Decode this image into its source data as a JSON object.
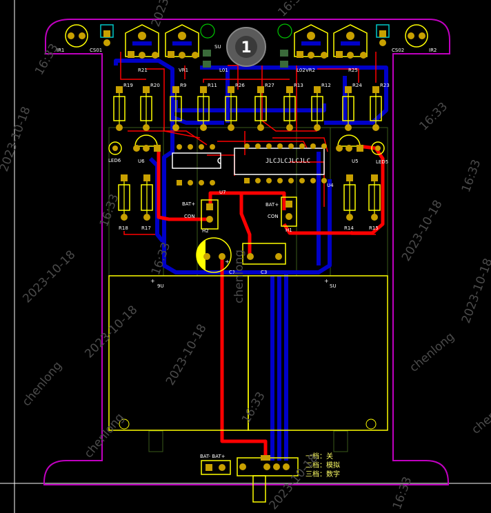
{
  "board": {
    "colors": {
      "background": "#000000",
      "outline": "#c000c0",
      "silkscreen": "#ffff00",
      "top_copper": "#ff0000",
      "bottom_copper": "#0000c8",
      "pad": "#c8a000",
      "keepout": "#3a5a1a"
    },
    "mount_hole_label": "1",
    "jlc_text": "JLCJLCJLCJLC",
    "switch_legend": [
      "一档：关",
      "二档：模拟",
      "三档：数字"
    ]
  },
  "designators": {
    "ir1": "IR1",
    "ir2": "IR2",
    "cs01": "CS01",
    "cs02": "CS02",
    "r21": "R21",
    "vr1": "VR1",
    "vr2": "VR2",
    "r25": "R25",
    "su_top": "SU",
    "l01": "L01",
    "l02": "L02",
    "r19": "R19",
    "r20": "R20",
    "r9": "R9",
    "r11": "R11",
    "r26": "R26",
    "r27": "R27",
    "r13": "R13",
    "r12": "R12",
    "r24": "R24",
    "r23": "R23",
    "led6": "LED6",
    "u6": "U6",
    "u5": "U5",
    "led5": "LED5",
    "u7": "U7",
    "u4": "U4",
    "r18": "R18",
    "r17": "R17",
    "r14": "R14",
    "r15": "R15",
    "bat_plus_1": "BAT+",
    "con_1": "CON",
    "h2": "H2",
    "bat_plus_2": "BAT+",
    "con_2": "CON",
    "h1": "H1",
    "c1": "C1",
    "c3": "C3",
    "batt_left": "9U",
    "batt_right": "SU",
    "bat_conn": "BAT- BAT+"
  },
  "watermarks": [
    {
      "text": "chenlong"
    },
    {
      "text": "2023-10-18"
    },
    {
      "text": "16:33"
    }
  ]
}
